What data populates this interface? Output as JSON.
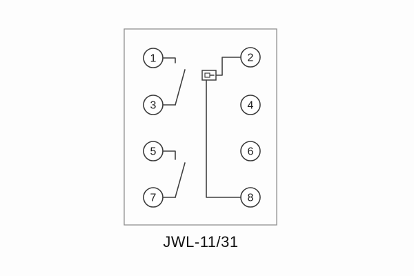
{
  "diagram": {
    "title": "JWL-11/31",
    "terminals": [
      "1",
      "2",
      "3",
      "4",
      "5",
      "6",
      "7",
      "8"
    ],
    "colors": {
      "wire": "#3f3f3f",
      "outline": "#8f8f8f",
      "background": "#fdfdfd",
      "text": "#1c1c1c"
    }
  }
}
